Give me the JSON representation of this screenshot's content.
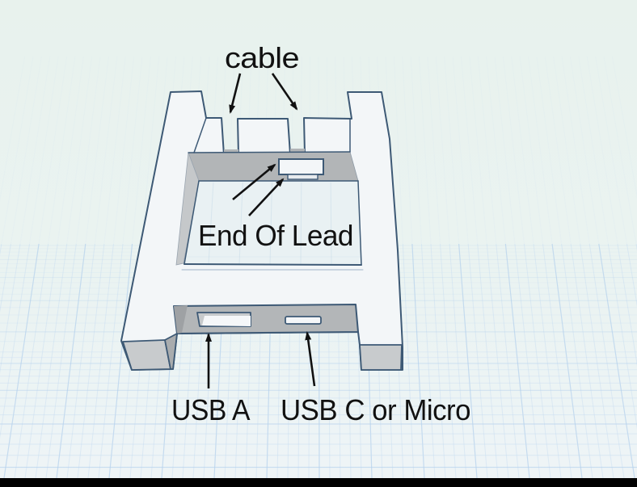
{
  "scene": {
    "type": "3d-cad-annotated-view",
    "background_color": "#e9f2ee",
    "grid_line_color": "#c6dcf2",
    "outline_color": "#3d5975",
    "model_face_color": "#f3f6f8",
    "model_shade_color": "#b2b5b7",
    "model_leg_color": "#c8cbcd",
    "annotation_color": "#111111",
    "letterbox_color": "#000000"
  },
  "annotations": {
    "cable": {
      "label": "cable"
    },
    "end_of_lead": {
      "label": "End Of Lead"
    },
    "usb_a": {
      "label": "USB A"
    },
    "usb_c": {
      "label": "USB C or Micro"
    }
  }
}
